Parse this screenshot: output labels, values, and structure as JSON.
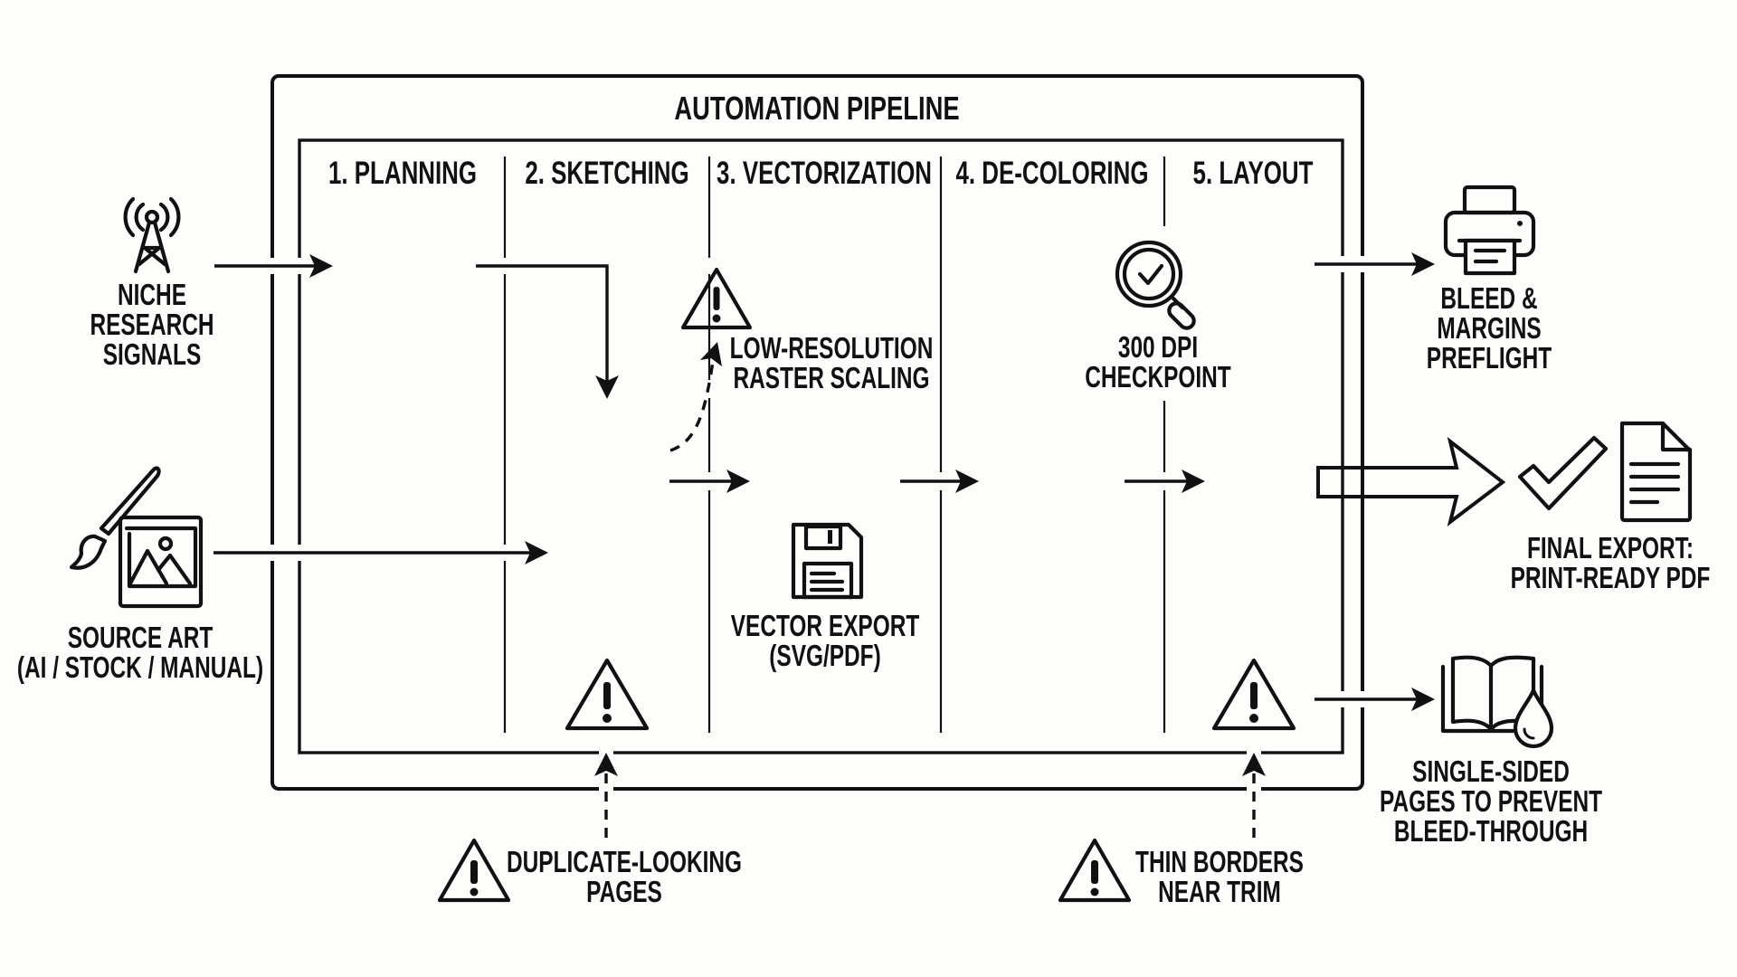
{
  "title": "AUTOMATION PIPELINE",
  "stages": [
    {
      "label": "1. PLANNING"
    },
    {
      "label": "2. SKETCHING"
    },
    {
      "label": "3. VECTORIZATION"
    },
    {
      "label": "4. DE-COLORING"
    },
    {
      "label": "5. LAYOUT"
    }
  ],
  "inputs": {
    "niche_research": {
      "icon": "radio-tower-icon",
      "lines": [
        "NICHE",
        "RESEARCH",
        "SIGNALS"
      ]
    },
    "source_art": {
      "icon": "paintbrush-image-icon",
      "lines": [
        "SOURCE ART",
        "(AI / STOCK / MANUAL)"
      ]
    }
  },
  "inner_nodes": {
    "low_res_warning": {
      "icon": "warning-icon",
      "lines": [
        "LOW-RESOLUTION",
        "RASTER SCALING"
      ]
    },
    "dpi_checkpoint": {
      "icon": "magnifier-check-icon",
      "lines": [
        "300 DPI",
        "CHECKPOINT"
      ]
    },
    "vector_export": {
      "icon": "floppy-disk-icon",
      "lines": [
        "VECTOR EXPORT",
        "(SVG/PDF)"
      ]
    },
    "sketching_warning": {
      "icon": "warning-icon"
    },
    "layout_warning": {
      "icon": "warning-icon"
    }
  },
  "outputs": {
    "bleed_margins": {
      "icon": "printer-icon",
      "lines": [
        "BLEED &",
        "MARGINS",
        "PREFLIGHT"
      ]
    },
    "final_export": {
      "icon": "checkmark-document-icon",
      "lines": [
        "FINAL EXPORT:",
        "PRINT-READY PDF"
      ]
    },
    "single_sided": {
      "icon": "book-ink-drop-icon",
      "lines": [
        "SINGLE-SIDED",
        "PAGES TO PREVENT",
        "BLEED-THROUGH"
      ]
    }
  },
  "risks": {
    "duplicate_pages": {
      "icon": "warning-icon",
      "lines": [
        "DUPLICATE-LOOKING",
        "PAGES"
      ]
    },
    "thin_borders": {
      "icon": "warning-icon",
      "lines": [
        "THIN BORDERS",
        "NEAR TRIM"
      ]
    }
  },
  "colors": {
    "ink": "#111111",
    "background": "#fdfdfc"
  }
}
